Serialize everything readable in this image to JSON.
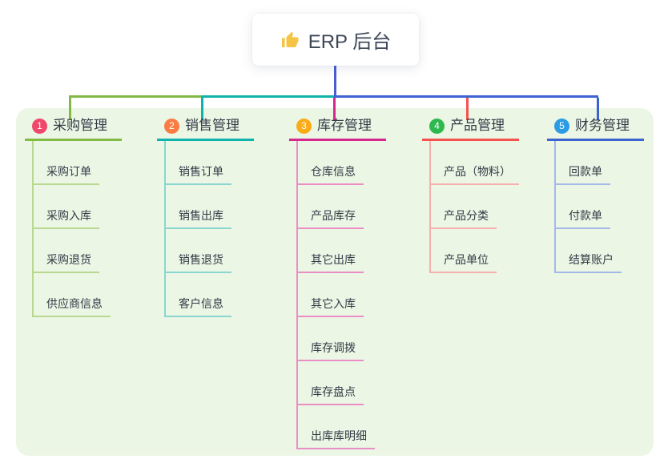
{
  "root": {
    "title": "ERP 后台",
    "icon": "thumbs-up-icon",
    "icon_color": "#f6c445"
  },
  "accent": {
    "root_line": "#4a5ed2",
    "panel_bg": "#ebf6e5",
    "text": "#333b46"
  },
  "branches": [
    {
      "num": "1",
      "label": "采购管理",
      "badge_color": "#f0486c",
      "line_color": "#82ba45",
      "child_line_color": "#b7d88f",
      "children": [
        "采购订单",
        "采购入库",
        "采购退货",
        "供应商信息"
      ]
    },
    {
      "num": "2",
      "label": "销售管理",
      "badge_color": "#f97c44",
      "line_color": "#10b3ac",
      "child_line_color": "#8ad6d0",
      "children": [
        "销售订单",
        "销售出库",
        "销售退货",
        "客户信息"
      ]
    },
    {
      "num": "3",
      "label": "库存管理",
      "badge_color": "#f9ac18",
      "line_color": "#d4288e",
      "child_line_color": "#ec8ec6",
      "children": [
        "仓库信息",
        "产品库存",
        "其它出库",
        "其它入库",
        "库存调拨",
        "库存盘点",
        "出库库明细"
      ]
    },
    {
      "num": "4",
      "label": "产品管理",
      "badge_color": "#2eb84e",
      "line_color": "#f5514f",
      "child_line_color": "#f9b0ad",
      "children": [
        "产品（物料）",
        "产品分类",
        "产品单位"
      ]
    },
    {
      "num": "5",
      "label": "财务管理",
      "badge_color": "#2b9ce4",
      "line_color": "#3c63cf",
      "child_line_color": "#a4b9e8",
      "children": [
        "回款单",
        "付款单",
        "结算账户"
      ]
    }
  ]
}
